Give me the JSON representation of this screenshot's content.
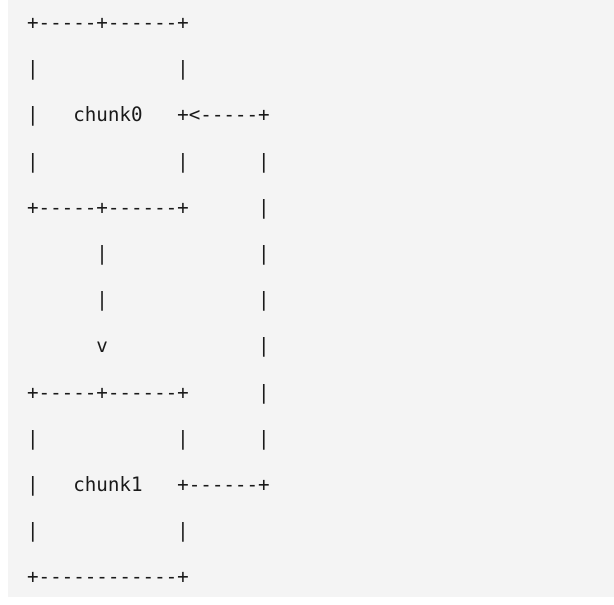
{
  "diagram": {
    "lines": [
      "+-----+------+",
      "|            |",
      "|   chunk0   +<-----+",
      "|            |      |",
      "+-----+------+      |",
      "      |             |",
      "      |             |",
      "      v             |",
      "+-----+------+      |",
      "|            |      |",
      "|   chunk1   +------+",
      "|            |",
      "+------------+"
    ],
    "labels": {
      "top_box": "chunk0",
      "bottom_box": "chunk1"
    }
  }
}
